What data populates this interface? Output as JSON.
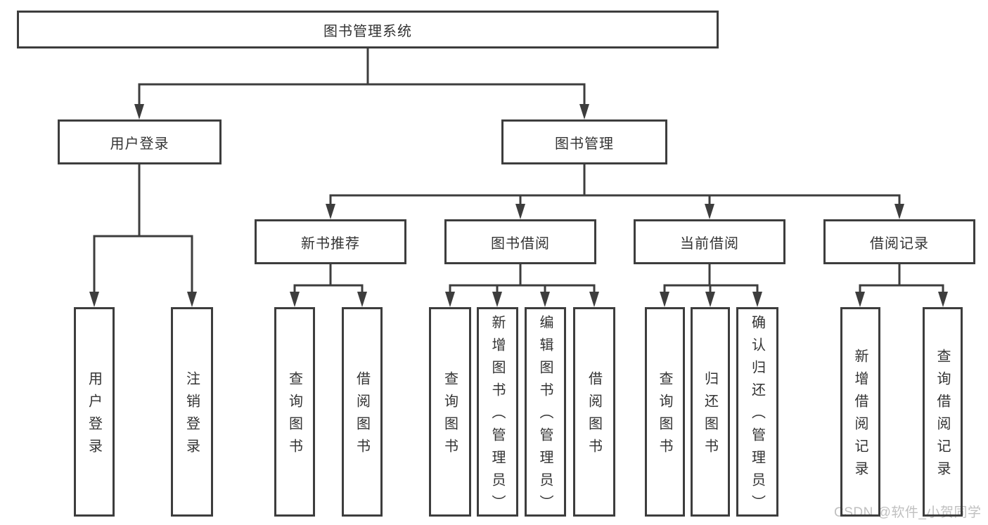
{
  "diagram": {
    "root": {
      "label": "图书管理系统"
    },
    "branches": {
      "user_login": {
        "label": "用户登录",
        "children": [
          {
            "label": "用户登录"
          },
          {
            "label": "注销登录"
          }
        ]
      },
      "book_management": {
        "label": "图书管理",
        "children": [
          {
            "label": "新书推荐",
            "children": [
              {
                "label": "查询图书"
              },
              {
                "label": "借阅图书"
              }
            ]
          },
          {
            "label": "图书借阅",
            "children": [
              {
                "label": "查询图书"
              },
              {
                "label": "新增图书（管理员）"
              },
              {
                "label": "编辑图书（管理员）"
              },
              {
                "label": "借阅图书"
              }
            ]
          },
          {
            "label": "当前借阅",
            "children": [
              {
                "label": "查询图书"
              },
              {
                "label": "归还图书"
              },
              {
                "label": "确认归还（管理员）"
              }
            ]
          },
          {
            "label": "借阅记录",
            "children": [
              {
                "label": "新增借阅记录"
              },
              {
                "label": "查询借阅记录"
              }
            ]
          }
        ]
      }
    }
  },
  "watermark": {
    "text": "CSDN @软件_小贺同学"
  },
  "colors": {
    "line": "#3d3d3d",
    "text": "#333333",
    "watermark": "#c0c0c0",
    "background": "#ffffff"
  }
}
